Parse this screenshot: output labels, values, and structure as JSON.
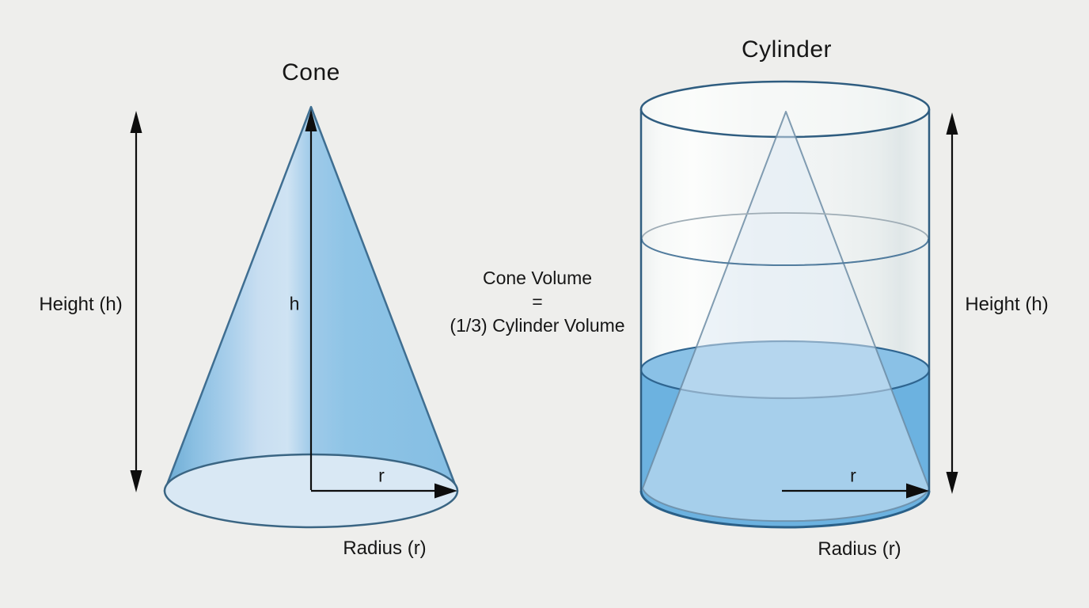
{
  "page": {
    "background": "#eeeeec",
    "text_color": "#161616",
    "arrow_color": "#0d0d0d"
  },
  "cone": {
    "title": "Cone",
    "height_label": "Height (h)",
    "radius_label": "Radius (r)",
    "h_symbol": "h",
    "r_symbol": "r",
    "fill": "#8ec4e6",
    "highlight": "#cfe3f3",
    "outline": "#3f6e91",
    "base_fill": "#d9e8f4",
    "base_outline": "#3a6583"
  },
  "cylinder": {
    "title": "Cylinder",
    "height_label": "Height (h)",
    "radius_label": "Radius (r)",
    "r_symbol": "r",
    "glass_fill": "#f4f6f6",
    "water_fill": "#6cb2e0",
    "water_surface_fill": "#8ac1e6",
    "rim_outline": "#2f5d80",
    "bottom_outline": "#2a6088",
    "inner_cone_fill": "#dfecf6",
    "mid_ring_color": "#9fadb6"
  },
  "equation": {
    "line1": "Cone Volume",
    "line2": "=",
    "line3": "(1/3) Cylinder Volume"
  }
}
